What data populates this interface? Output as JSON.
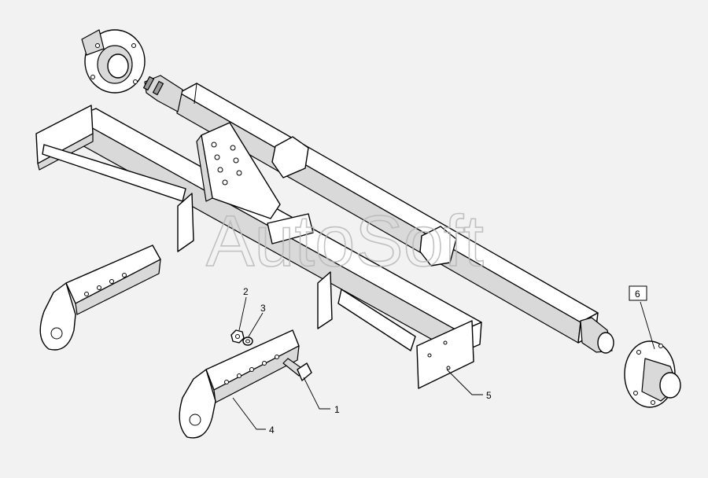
{
  "watermark": "AutoSoft",
  "callouts": [
    {
      "id": "callout-1",
      "label": "1"
    },
    {
      "id": "callout-2",
      "label": "2"
    },
    {
      "id": "callout-3",
      "label": "3"
    },
    {
      "id": "callout-4",
      "label": "4"
    },
    {
      "id": "callout-5",
      "label": "5"
    },
    {
      "id": "callout-6",
      "label": "6",
      "boxed": true
    }
  ],
  "colors": {
    "background": "#f2f2f2",
    "line": "#000000",
    "shade": "#d9d9d9"
  }
}
